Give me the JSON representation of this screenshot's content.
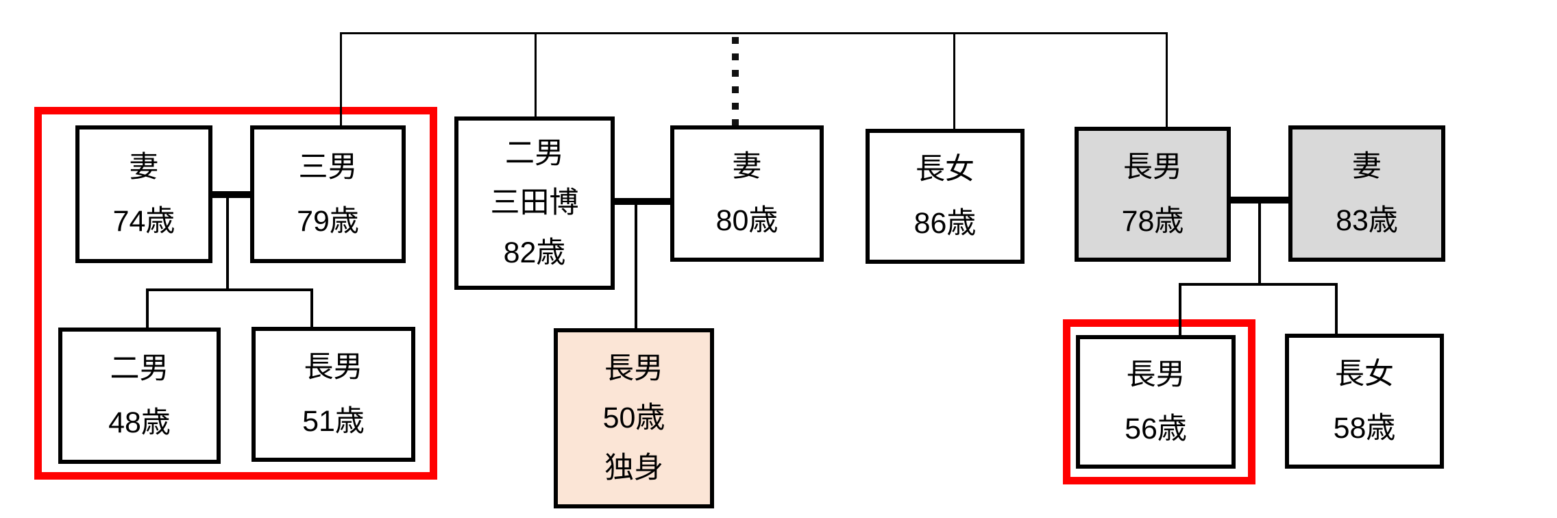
{
  "diagram": {
    "type": "family-tree",
    "colors": {
      "line": "#000000",
      "highlight": "#FF0000",
      "spouse_fill_gray": "#D9D9D9",
      "single_son_fill_peach": "#FBE5D6",
      "default_fill": "#FFFFFF"
    },
    "boxes": {
      "wife74": {
        "role": "妻",
        "age": "74歳"
      },
      "son3": {
        "role": "三男",
        "age": "79歳"
      },
      "son2": {
        "role": "二男",
        "name": "三田博",
        "age": "82歳"
      },
      "wife80": {
        "role": "妻",
        "age": "80歳"
      },
      "daughter1": {
        "role": "長女",
        "age": "86歳"
      },
      "son1": {
        "role": "長男",
        "age": "78歳"
      },
      "wife83": {
        "role": "妻",
        "age": "83歳"
      },
      "nephew2": {
        "role": "二男",
        "age": "48歳"
      },
      "nephew1": {
        "role": "長男",
        "age": "51歳"
      },
      "son2child": {
        "role": "長男",
        "age": "50歳",
        "note": "独身"
      },
      "son1child1": {
        "role": "長男",
        "age": "56歳"
      },
      "son1child2": {
        "role": "長女",
        "age": "58歳"
      }
    }
  }
}
